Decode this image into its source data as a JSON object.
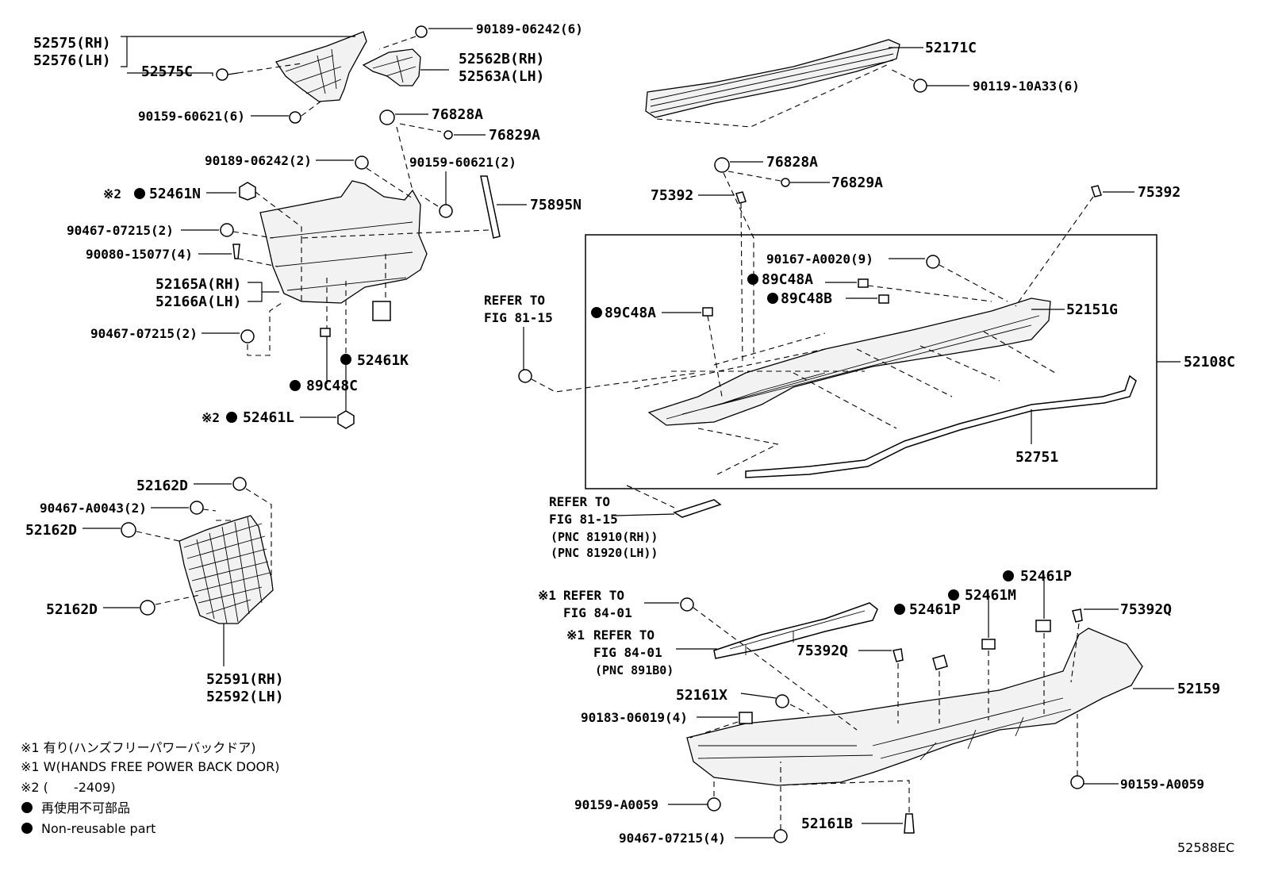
{
  "labels": {
    "p52575": "52575(RH)",
    "p52576": "52576(LH)",
    "p52575C": "52575C",
    "p90159_60621_6": "90159-60621(6)",
    "p90189_06242_6": "90189-06242(6)",
    "p52562B": "52562B(RH)",
    "p52563A": "52563A(LH)",
    "p76828A_l": "76828A",
    "p76829A_l": "76829A",
    "p90189_06242_2": "90189-06242(2)",
    "p90159_60621_2": "90159-60621(2)",
    "p52461N": "52461N",
    "p75895N": "75895N",
    "p90467_07215_2a": "90467-07215(2)",
    "p90080_15077": "90080-15077(4)",
    "p52165A": "52165A(RH)",
    "p52166A": "52166A(LH)",
    "p90467_07215_2b": "90467-07215(2)",
    "p52461K": "52461K",
    "p89C48C": "89C48C",
    "p52461L": "52461L",
    "p52171C": "52171C",
    "p90119_10A33": "90119-10A33(6)",
    "p76828A_r": "76828A",
    "p76829A_r": "76829A",
    "p75392_l": "75392",
    "p75392_r": "75392",
    "p90167_A0020": "90167-A0020(9)",
    "p89C48A_a": "89C48A",
    "p89C48B": "89C48B",
    "p89C48A_b": "89C48A",
    "p52151G": "52151G",
    "p52108C": "52108C",
    "p52751": "52751",
    "ref1_a": "REFER TO",
    "ref1_b": "FIG 81-15",
    "ref2_a": "REFER TO",
    "ref2_b": "FIG 81-15",
    "ref2_c": "(PNC 81910(RH))",
    "ref2_d": "(PNC 81920(LH))",
    "p52162D_a": "52162D",
    "p90467_A0043": "90467-A0043(2)",
    "p52162D_b": "52162D",
    "p52162D_c": "52162D",
    "p52591": "52591(RH)",
    "p52592": "52592(LH)",
    "ref3_mark": "※1",
    "ref3_a": "REFER TO",
    "ref3_b": "FIG 84-01",
    "ref4_mark": "※1",
    "ref4_a": "REFER TO",
    "ref4_b": "FIG 84-01",
    "ref4_c": "(PNC 891B0)",
    "p52461P_a": "52461P",
    "p52461M": "52461M",
    "p52461P_b": "52461P",
    "p75392Q_a": "75392Q",
    "p75392Q_b": "75392Q",
    "p52161X": "52161X",
    "p90183_06019": "90183-06019(4)",
    "p52159": "52159",
    "p90159_A0059_r": "90159-A0059",
    "p90159_A0059_l": "90159-A0059",
    "p52161B": "52161B",
    "p90467_07215_4": "90467-07215(4)",
    "mark2_a": "※2",
    "mark2_b": "※2"
  },
  "notes": {
    "n1": "※1 有り(ハンズフリーパワーバックドア)",
    "n2": "※1 W(HANDS FREE POWER BACK DOOR)",
    "n3": "※2 (　　-2409)",
    "n4": "再使用不可部品",
    "n5": "Non-reusable part"
  },
  "diagram_code": "52588EC"
}
